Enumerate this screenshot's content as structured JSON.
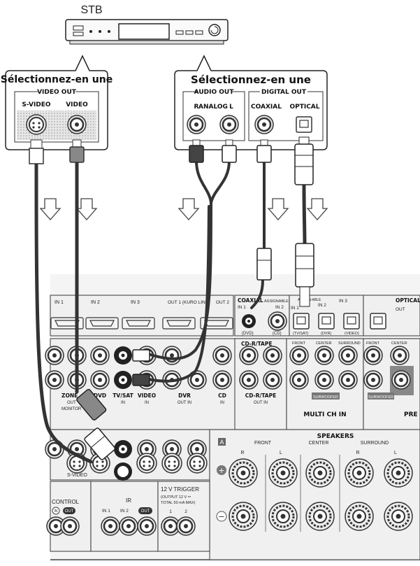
{
  "stb": {
    "label": "STB"
  },
  "left_box": {
    "title": "Sélectionnez-en une",
    "group": "VIDEO OUT",
    "jacks": [
      "S-VIDEO",
      "VIDEO"
    ]
  },
  "right_box": {
    "title": "Sélectionnez-en une",
    "audio_group": "AUDIO OUT",
    "audio_labels": [
      "R",
      "ANALOG",
      "L"
    ],
    "digital_group": "DIGITAL OUT",
    "digital_labels": [
      "COAXIAL",
      "OPTICAL"
    ]
  },
  "receiver": {
    "hdmi_labels": [
      "IN 1",
      "IN 2",
      "IN 3",
      "OUT 1 (KURO LINK)",
      "OUT 2"
    ],
    "coaxial": {
      "title": "COAXIAL",
      "in": "IN 1",
      "assignable": "ASSIGNABLE",
      "in2": "IN 2",
      "dvd": "(DVD)",
      "cd": "(CD)"
    },
    "optical": {
      "assignable": "ASSIGN-ABLE",
      "in1": "IN 1",
      "in3": "IN 3",
      "in2": "IN 2",
      "tvsat": "(TV/SAT)",
      "dvr": "(DVR)",
      "video": "(VIDEO)",
      "title": "OPTICAL",
      "out": "OUT"
    },
    "cdr_tape": "CD-R/TAPE",
    "multi_header": [
      "FRONT",
      "CENTER",
      "SURROUND",
      "FRONT",
      "CENTER"
    ],
    "subwoofer": "SUBWOOFER",
    "zone": [
      "ZONE",
      "OUT",
      "MONITOR"
    ],
    "inputs": [
      {
        "name": "DVD",
        "sub": ""
      },
      {
        "name": "TV/SAT",
        "sub": "IN"
      },
      {
        "name": "VIDEO",
        "sub": "IN"
      },
      {
        "name": "DVR",
        "sub": "OUT    IN"
      },
      {
        "name": "CD",
        "sub": "IN"
      },
      {
        "name": "CD-R/TAPE",
        "sub": "OUT    IN"
      }
    ],
    "multi_ch_in": "MULTI CH IN",
    "pre": "PRE (",
    "svideo": "S-VIDEO",
    "speakers": {
      "title": "SPEAKERS",
      "a": "A",
      "front": "FRONT",
      "center": "CENTER",
      "surround": "SURROUND",
      "r": "R",
      "l": "L"
    },
    "control": {
      "title": "CONTROL",
      "in": "IN",
      "out": "OUT"
    },
    "ir": {
      "title": "IR",
      "in1": "IN 1",
      "in2": "IN 2",
      "out": "OUT"
    },
    "trigger": {
      "title": "12 V TRIGGER",
      "line1": "(OUTPUT 12 V ⎓",
      "line2": "TOTAL 50 mA MAX)",
      "n1": "1",
      "n2": "2"
    }
  }
}
